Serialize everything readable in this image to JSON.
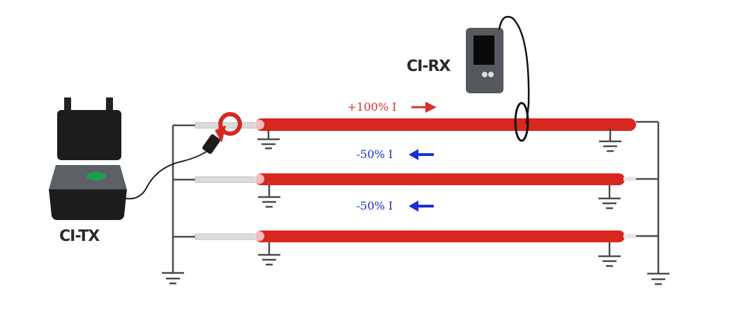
{
  "diagram": {
    "devices": {
      "transmitter": {
        "label": "CI-TX"
      },
      "receiver": {
        "label": "CI-RX"
      }
    },
    "currents": [
      {
        "label": "+100% I",
        "direction": "right",
        "color": "#d9302c"
      },
      {
        "label": "-50% I",
        "direction": "left",
        "color": "#1a2fd6"
      },
      {
        "label": "-50% I",
        "direction": "left",
        "color": "#1a2fd6"
      }
    ],
    "cables": {
      "count": 3,
      "color": "#d9261f"
    },
    "colors": {
      "ground_wire": "#4a4a4a",
      "tx_indicator": "#1fa04a"
    }
  }
}
